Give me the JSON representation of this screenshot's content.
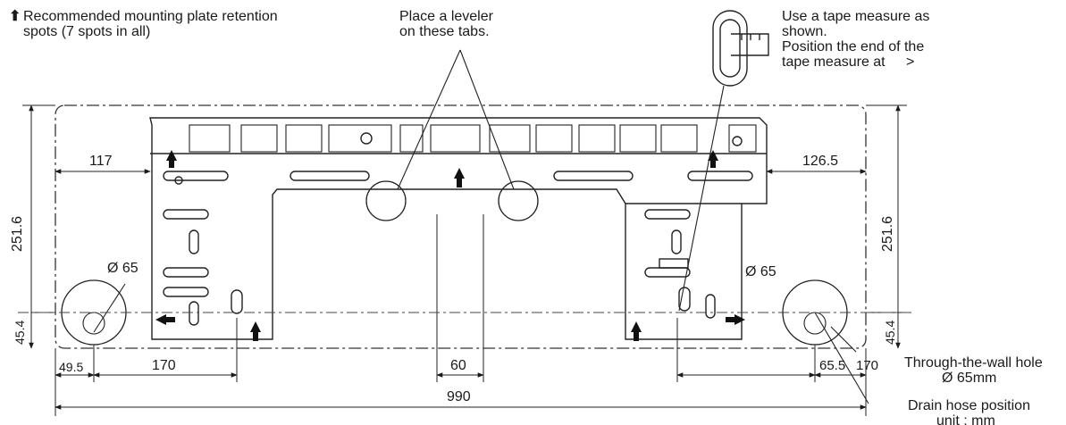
{
  "notes": {
    "retention": "Recommended mounting plate retention spots (7 spots in all)",
    "leveler_line1": "Place a leveler",
    "leveler_line2": "on these tabs.",
    "tape_line1": "Use a tape measure as",
    "tape_line2": "shown.",
    "tape_line3": "Position the end of the",
    "tape_line4": "tape measure at",
    "tape_marker": ">",
    "through_wall_line1": "Through-the-wall hole",
    "through_wall_line2": "Ø 65mm",
    "drain_hose": "Drain hose position",
    "unit": "unit : mm"
  },
  "dimensions": {
    "left_offset": "117",
    "right_offset": "126.5",
    "height_left": "251.6",
    "height_right": "251.6",
    "hole_diameter_left": "Ø 65",
    "hole_diameter_right": "Ø 65",
    "hole_height_left": "45.4",
    "hole_height_right": "45.4",
    "left_hole_offset": "49.5",
    "left_span": "170",
    "center_span": "60",
    "right_hole_offset": "65.5",
    "right_span": "170",
    "total_width": "990"
  }
}
